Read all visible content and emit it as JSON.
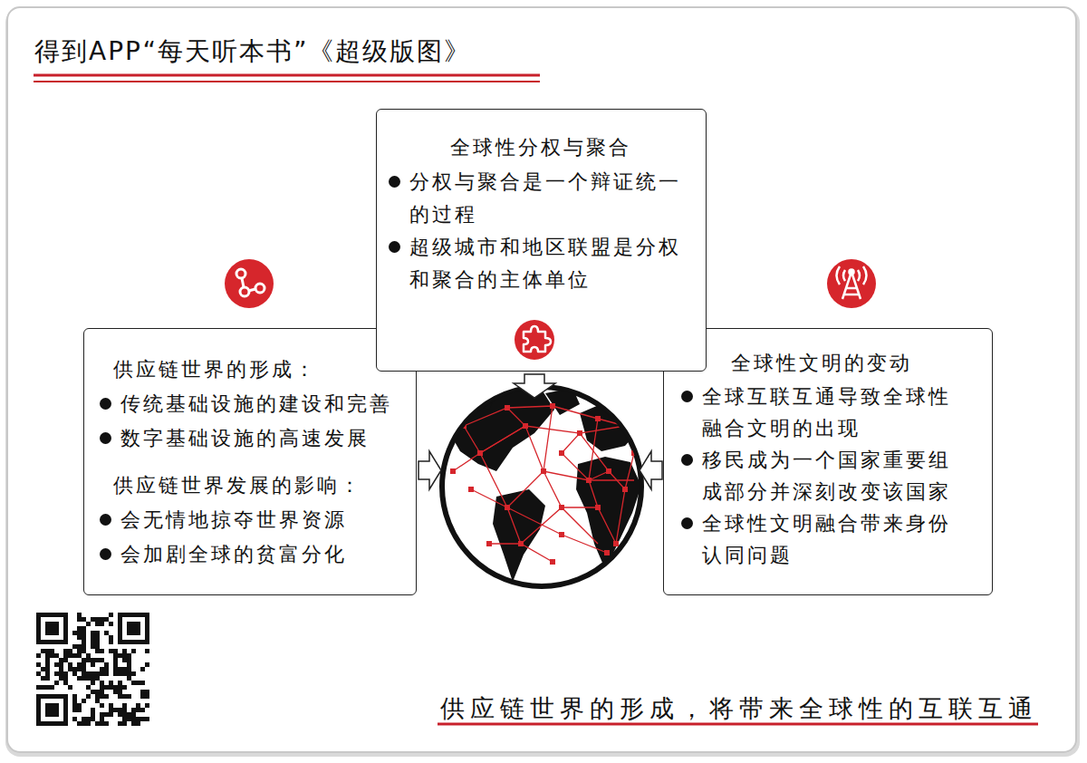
{
  "diagram": {
    "title": "得到APP“每天听本书”《超级版图》",
    "caption": "供应链世界的形成，将带来全球性的互联互通",
    "nodes": [
      {
        "text": [
          "全球性分权与聚合",
          "分权与聚合是一个辩证统一的过程",
          "超级城市和地区联盟是分权和聚合的主体单位"
        ]
      },
      {
        "text": [
          "供应链世界的形成：",
          "传统基础设施的建设和完善",
          "数字基础设施的高速发展",
          "供应链世界发展的影响：",
          "会无情地掠夺世界资源",
          "会加剧全球的贫富分化"
        ]
      },
      {
        "text": [
          "全球性文明的变动",
          "全球互联互通导致全球性融合文明的出现",
          "移民成为一个国家重要组成部分并深刻改变该国家",
          "全球性文明融合带来身份认同问题"
        ]
      }
    ]
  }
}
